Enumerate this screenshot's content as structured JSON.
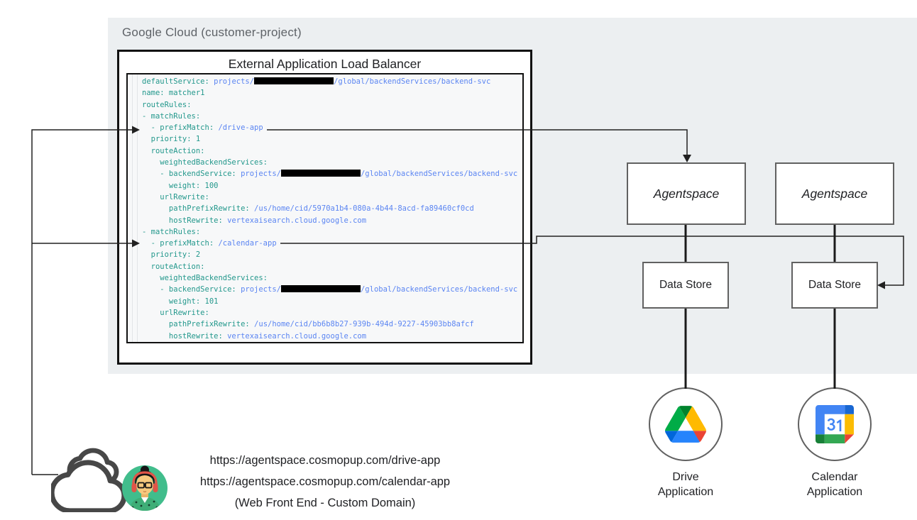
{
  "gcp": {
    "label": "Google Cloud (customer-project)"
  },
  "load_balancer": {
    "title": "External Application Load Balancer"
  },
  "code": {
    "lines": [
      [
        {
          "s": "k",
          "t": "defaultService: "
        },
        {
          "s": "b",
          "t": "projects/"
        },
        {
          "s": "x"
        },
        {
          "s": "b",
          "t": "/global/backendServices/backend-svc"
        }
      ],
      [
        {
          "s": "k",
          "t": "name: matcher1"
        }
      ],
      [
        {
          "s": "k",
          "t": "routeRules:"
        }
      ],
      [
        {
          "s": "k",
          "t": "- matchRules:"
        }
      ],
      [
        {
          "s": "k",
          "t": "  - prefixMatch: "
        },
        {
          "s": "b",
          "t": "/drive-app"
        }
      ],
      [
        {
          "s": "k",
          "t": "  priority: 1"
        }
      ],
      [
        {
          "s": "k",
          "t": "  routeAction:"
        }
      ],
      [
        {
          "s": "k",
          "t": "    weightedBackendServices:"
        }
      ],
      [
        {
          "s": "k",
          "t": "    - backendService: "
        },
        {
          "s": "b",
          "t": "projects/"
        },
        {
          "s": "x"
        },
        {
          "s": "b",
          "t": "/global/backendServices/backend-svc"
        }
      ],
      [
        {
          "s": "k",
          "t": "      weight: 100"
        }
      ],
      [
        {
          "s": "k",
          "t": "    urlRewrite:"
        }
      ],
      [
        {
          "s": "k",
          "t": "      pathPrefixRewrite: "
        },
        {
          "s": "b",
          "t": "/us/home/cid/5970a1b4-080a-4b44-8acd-fa89460cf0cd"
        }
      ],
      [
        {
          "s": "k",
          "t": "      hostRewrite: "
        },
        {
          "s": "b",
          "t": "vertexaisearch.cloud.google.com"
        }
      ],
      [
        {
          "s": "k",
          "t": "- matchRules:"
        }
      ],
      [
        {
          "s": "k",
          "t": "  - prefixMatch: "
        },
        {
          "s": "b",
          "t": "/calendar-app"
        }
      ],
      [
        {
          "s": "k",
          "t": "  priority: 2"
        }
      ],
      [
        {
          "s": "k",
          "t": "  routeAction:"
        }
      ],
      [
        {
          "s": "k",
          "t": "    weightedBackendServices:"
        }
      ],
      [
        {
          "s": "k",
          "t": "    - backendService: "
        },
        {
          "s": "b",
          "t": "projects/"
        },
        {
          "s": "x"
        },
        {
          "s": "b",
          "t": "/global/backendServices/backend-svc"
        }
      ],
      [
        {
          "s": "k",
          "t": "      weight: 101"
        }
      ],
      [
        {
          "s": "k",
          "t": "    urlRewrite:"
        }
      ],
      [
        {
          "s": "k",
          "t": "      pathPrefixRewrite: "
        },
        {
          "s": "b",
          "t": "/us/home/cid/bb6b8b27-939b-494d-9227-45903bb8afcf"
        }
      ],
      [
        {
          "s": "k",
          "t": "      hostRewrite: "
        },
        {
          "s": "b",
          "t": "vertexaisearch.cloud.google.com"
        }
      ]
    ]
  },
  "columns": [
    {
      "agentspace_label": "Agentspace",
      "datastore_label": "Data Store",
      "app_label_line1": "Drive",
      "app_label_line2": "Application",
      "app_icon": "google-drive-icon"
    },
    {
      "agentspace_label": "Agentspace",
      "datastore_label": "Data Store",
      "app_label_line1": "Calendar",
      "app_label_line2": "Application",
      "app_icon": "google-calendar-icon"
    }
  ],
  "frontend": {
    "urls": [
      "https://agentspace.cosmopup.com/drive-app",
      "https://agentspace.cosmopup.com/calendar-app"
    ],
    "caption": "(Web Front End - Custom Domain)"
  },
  "colors": {
    "container_bg": "#eceff1",
    "code_bg": "#f7f8f9",
    "code_key_teal": "#23988c",
    "code_value_blue": "#5b85f2",
    "redaction_black": "#000000",
    "box_border_dark": "#111111",
    "box_border_gray": "#616161",
    "label_gray": "#5f6368",
    "line_dark": "#212121"
  }
}
